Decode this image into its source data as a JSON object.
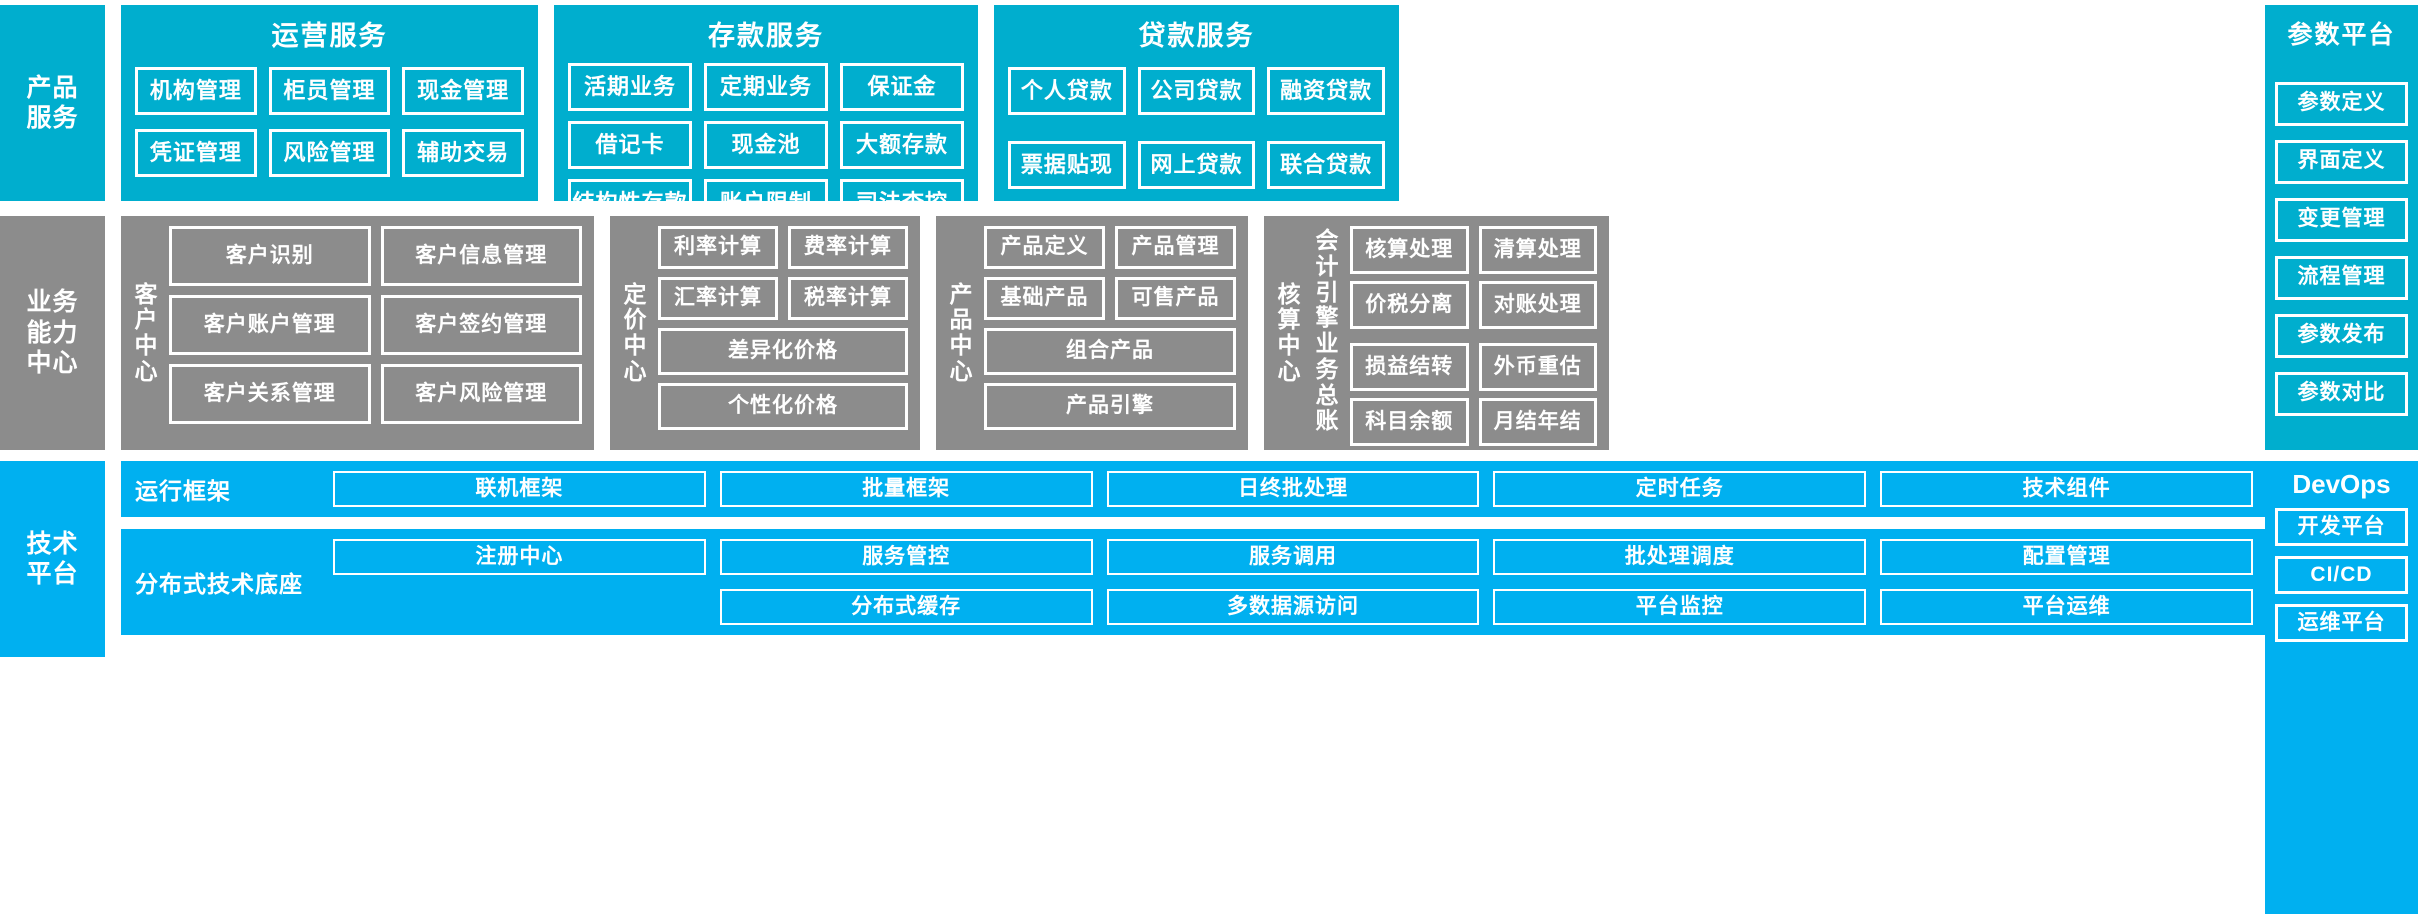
{
  "colors": {
    "teal": "#00AECE",
    "gray": "#8C8C8C",
    "blue": "#00B0F0",
    "tile_border": "#FFFFFF",
    "text": "#FFFFFF",
    "background": "#FFFFFF"
  },
  "bands": {
    "products": {
      "label": "产品\n服务",
      "label_line1": "产品",
      "label_line2": "服务",
      "panels": [
        {
          "title": "运营服务",
          "tiles": [
            "机构管理",
            "柜员管理",
            "现金管理",
            "凭证管理",
            "风险管理",
            "辅助交易"
          ]
        },
        {
          "title": "存款服务",
          "tiles": [
            "活期业务",
            "定期业务",
            "保证金",
            "借记卡",
            "现金池",
            "大额存款",
            "结构性存款",
            "账户限制",
            "司法查控"
          ]
        },
        {
          "title": "贷款服务",
          "tiles": [
            "个人贷款",
            "公司贷款",
            "融资贷款",
            "票据贴现",
            "网上贷款",
            "联合贷款"
          ]
        }
      ]
    },
    "capability": {
      "label_line1": "业务",
      "label_line2": "能力",
      "label_line3": "中心",
      "panels": [
        {
          "vlabel": "客户中心",
          "vlabel_chars": [
            "客",
            "户",
            "中",
            "心"
          ],
          "rows": [
            [
              "客户识别",
              "客户信息管理"
            ],
            [
              "客户账户管理",
              "客户签约管理"
            ],
            [
              "客户关系管理",
              "客户风险管理"
            ]
          ]
        },
        {
          "vlabel": "定价中心",
          "vlabel_chars": [
            "定",
            "价",
            "中",
            "心"
          ],
          "rows": [
            [
              "利率计算",
              "费率计算"
            ],
            [
              "汇率计算",
              "税率计算"
            ]
          ],
          "wide": [
            "差异化价格",
            "个性化价格"
          ]
        },
        {
          "vlabel": "产品中心",
          "vlabel_chars": [
            "产",
            "品",
            "中",
            "心"
          ],
          "rows": [
            [
              "产品定义",
              "产品管理"
            ],
            [
              "基础产品",
              "可售产品"
            ]
          ],
          "wide": [
            "组合产品",
            "产品引擎"
          ]
        },
        {
          "vlabel": "核算中心",
          "vlabel_chars": [
            "核",
            "算",
            "中",
            "心"
          ],
          "subgroups": [
            {
              "vlabel": "会计引擎",
              "vlabel_chars": [
                "会",
                "计",
                "引",
                "擎"
              ],
              "tiles": [
                "核算处理",
                "清算处理",
                "价税分离",
                "对账处理"
              ]
            },
            {
              "vlabel": "业务总账",
              "vlabel_chars": [
                "业",
                "务",
                "总",
                "账"
              ],
              "tiles": [
                "损益结转",
                "外币重估",
                "科目余额",
                "月结年结"
              ]
            }
          ]
        }
      ]
    },
    "tech": {
      "label_line1": "技术",
      "label_line2": "平台",
      "rows": [
        {
          "label": "运行框架",
          "tiles": [
            "联机框架",
            "批量框架",
            "日终批处理",
            "定时任务",
            "技术组件"
          ]
        },
        {
          "label": "分布式技术底座",
          "tall_tile": "注册中心",
          "tiles": [
            "服务管控",
            "服务调用",
            "批处理调度",
            "配置管理",
            "分布式缓存",
            "多数据源访问",
            "平台监控",
            "平台运维"
          ]
        }
      ]
    }
  },
  "rails": {
    "param": {
      "title": "参数平台",
      "items": [
        "参数定义",
        "界面定义",
        "变更管理",
        "流程管理",
        "参数发布",
        "参数对比"
      ]
    },
    "devops": {
      "title": "DevOps",
      "items": [
        "开发平台",
        "CI/CD",
        "运维平台"
      ]
    }
  }
}
